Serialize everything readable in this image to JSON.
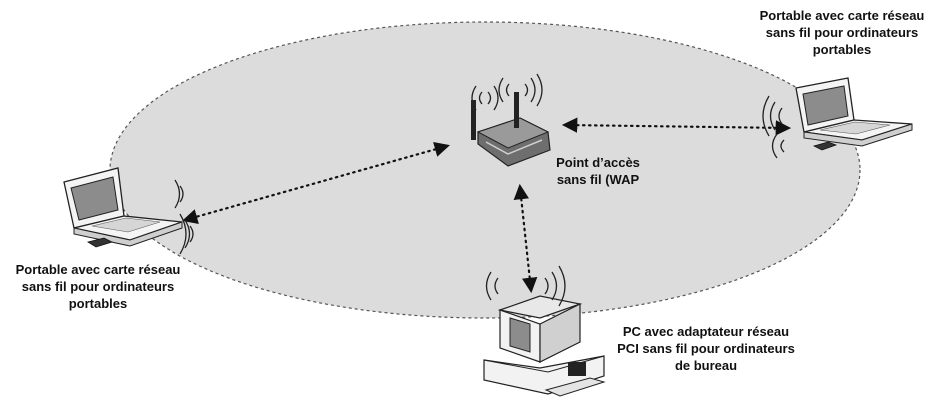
{
  "labels": {
    "laptop_top_right": [
      "Portable avec carte réseau",
      "sans fil pour ordinateurs",
      "portables"
    ],
    "laptop_left": [
      "Portable avec carte réseau",
      "sans fil pour ordinateurs",
      "portables"
    ],
    "access_point": [
      "Point d’accès",
      "sans fil (WAP"
    ],
    "desktop": [
      "PC avec adaptateur réseau",
      "PCI sans fil pour ordinateurs",
      "de bureau"
    ]
  },
  "colors": {
    "coverage_fill": "#dcdcdc",
    "coverage_stroke": "#555555",
    "screen": "#8c8c8c",
    "device_body": "#f2f2f2",
    "router_body": "#6e6e6e"
  },
  "icons": [
    "laptop-icon",
    "access-point-icon",
    "desktop-pc-icon",
    "wireless-signal-icon",
    "network-card-icon"
  ]
}
